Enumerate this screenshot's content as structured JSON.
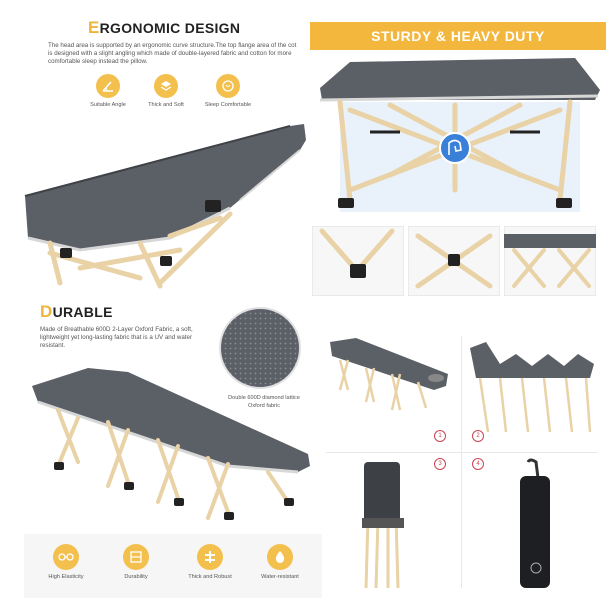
{
  "ergonomic": {
    "title_first": "E",
    "title_rest": "RGONOMIC DESIGN",
    "description": "The head area is supported by an ergonomic curve structure.The top flange area of the cot is designed with a slight angling which made of double-layered fabric and cotton for more comfortable sleep instead the pillow.",
    "features": [
      {
        "icon": "angle-icon",
        "label": "Suitable Angle"
      },
      {
        "icon": "layers-icon",
        "label": "Thick and Soft"
      },
      {
        "icon": "sleep-icon",
        "label": "Sleep Comfortable"
      }
    ]
  },
  "sturdy": {
    "banner": "STURDY & HEAVY DUTY"
  },
  "durable": {
    "title_first": "D",
    "title_rest": "URABLE",
    "description": "Made of Breathable 600D 2-Layer Oxford Fabric, a soft, lightweight yet long-lasting fabric that is a UV and water resistant.",
    "fabric_caption": "Double 600D diamond lattice Oxford fabric",
    "features": [
      {
        "icon": "elasticity-icon",
        "label": "High Elasticity"
      },
      {
        "icon": "durability-icon",
        "label": "Durability"
      },
      {
        "icon": "robust-icon",
        "label": "Thick and Robust"
      },
      {
        "icon": "water-icon",
        "label": "Water-resistant"
      }
    ]
  },
  "steps": {
    "numbers": [
      "1",
      "2",
      "3",
      "4"
    ]
  },
  "colors": {
    "accent": "#f3b73d",
    "fabric": "#5b5f66",
    "frame": "#e8d2a6"
  }
}
